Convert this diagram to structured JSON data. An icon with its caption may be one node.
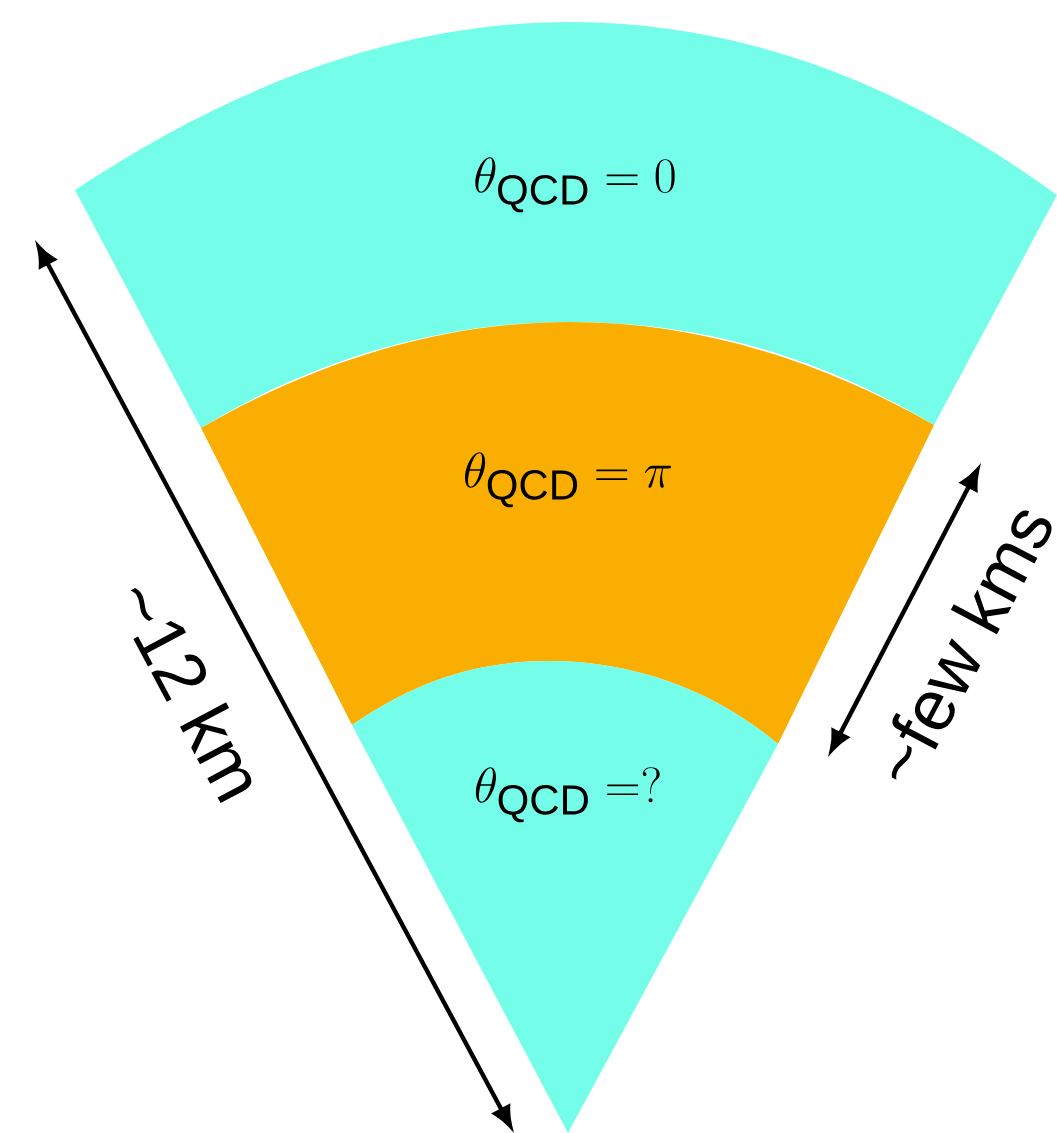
{
  "diagram": {
    "nodes": [
      {
        "text": [
          "\\theta_{\\rm QCD} = 0"
        ]
      },
      {
        "text": [
          "\\theta_{\\rm QCD} = \\pi"
        ]
      },
      {
        "text": [
          "\\theta_{\\rm QCD} = ?"
        ]
      }
    ],
    "labels": [
      "~12 km",
      "~few kms"
    ]
  }
}
